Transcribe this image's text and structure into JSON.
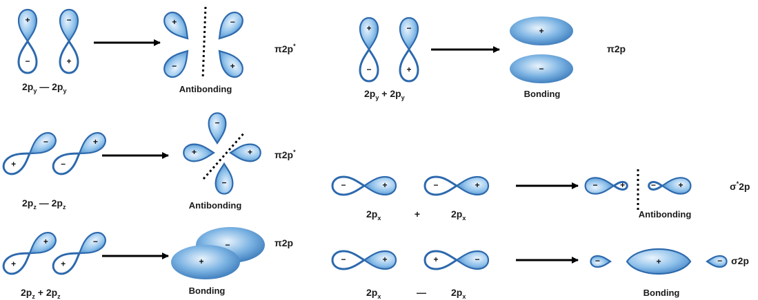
{
  "signs": {
    "plus": "+",
    "minus": "−"
  },
  "panels": {
    "py_minus": {
      "caption_a": "2p",
      "sub_a": "y",
      "op": "—",
      "caption_b": "2p",
      "sub_b": "y",
      "result": "Antibonding",
      "orbital": "π2p",
      "orbital_sup": "*"
    },
    "py_plus": {
      "caption_a": "2p",
      "sub_a": "y",
      "op": "+",
      "caption_b": "2p",
      "sub_b": "y",
      "result": "Bonding",
      "orbital": "π2p"
    },
    "pz_minus": {
      "caption_a": "2p",
      "sub_a": "z",
      "op": "—",
      "caption_b": "2p",
      "sub_b": "z",
      "result": "Antibonding",
      "orbital": "π2p",
      "orbital_sup": "*"
    },
    "pz_plus": {
      "caption_a": "2p",
      "sub_a": "z",
      "op": "+",
      "caption_b": "2p",
      "sub_b": "z",
      "result": "Bonding",
      "orbital": "π2p"
    },
    "px_plus": {
      "caption_a": "2p",
      "sub_a": "x",
      "op": "+",
      "caption_b": "2p",
      "sub_b": "x",
      "result": "Antibonding",
      "orbital": "σ",
      "orbital_sup": "*",
      "orbital_tail": "2p"
    },
    "px_minus": {
      "caption_a": "2p",
      "sub_a": "x",
      "op": "—",
      "caption_b": "2p",
      "sub_b": "x",
      "result": "Bonding",
      "orbital": "σ2p"
    }
  },
  "colors": {
    "lobe_light": "#e6f2fc",
    "lobe_mid": "#7fb7e6",
    "lobe_dark": "#2f6fb3",
    "outline": "#2d69ad",
    "arrow": "#000000"
  },
  "icons": {
    "arrow": "right-arrow-icon",
    "node": "dotted-nodal-plane"
  }
}
